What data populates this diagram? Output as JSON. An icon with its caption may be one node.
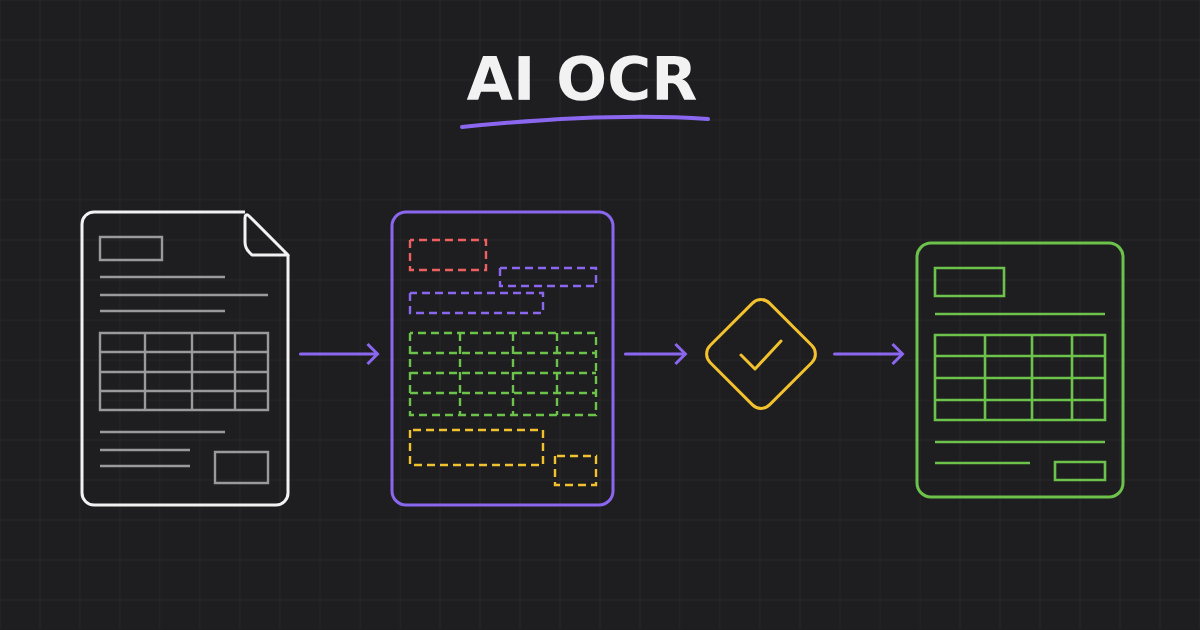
{
  "diagram": {
    "title": "AI OCR",
    "nodes": [
      {
        "text": [],
        "shape": "picture"
      },
      {
        "text": [],
        "shape": "picture"
      },
      {
        "text": [],
        "shape": "diamond"
      },
      {
        "text": [],
        "shape": "picture"
      }
    ],
    "edges": [
      {
        "from": 0,
        "to": 1,
        "arrow": "to"
      },
      {
        "from": 1,
        "to": 2,
        "arrow": "to"
      },
      {
        "from": 2,
        "to": 3,
        "arrow": "to"
      }
    ]
  }
}
